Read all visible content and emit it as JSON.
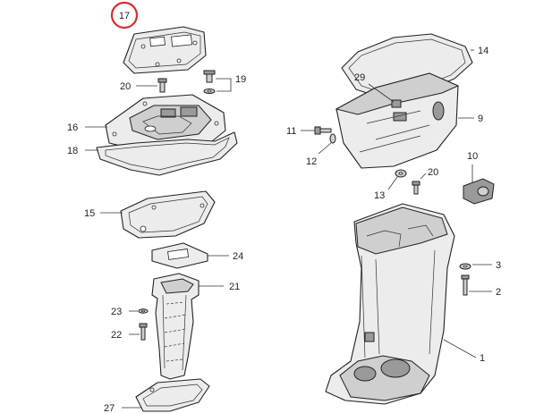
{
  "highlight": {
    "label": "17",
    "color": "#d32f2f"
  },
  "callouts": {
    "c1": "1",
    "c2": "2",
    "c3": "3",
    "c9": "9",
    "c10": "10",
    "c11": "11",
    "c12": "12",
    "c13": "13",
    "c14": "14",
    "c15": "15",
    "c16": "16",
    "c18": "18",
    "c19": "19",
    "c20a": "20",
    "c20b": "20",
    "c21": "21",
    "c22": "22",
    "c23": "23",
    "c24": "24",
    "c27": "27",
    "c29": "29"
  }
}
